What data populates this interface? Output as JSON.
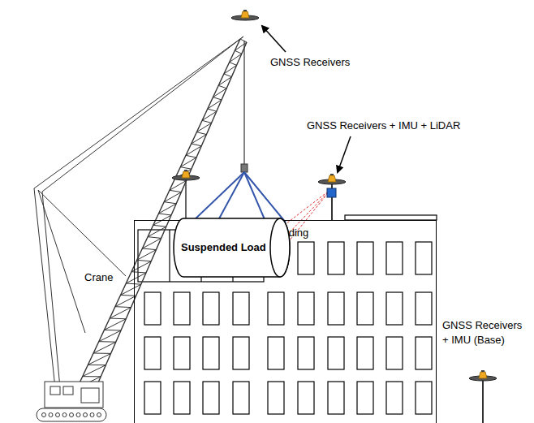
{
  "diagram": {
    "nodes": [
      {
        "text": [
          "Building"
        ]
      },
      {
        "text": [
          "Suspended Load"
        ]
      }
    ],
    "labels": [
      "GNSS Receivers",
      "GNSS Receivers + IMU + LiDAR",
      "Crane",
      "GNSS Receivers + IMU (Base)"
    ]
  }
}
